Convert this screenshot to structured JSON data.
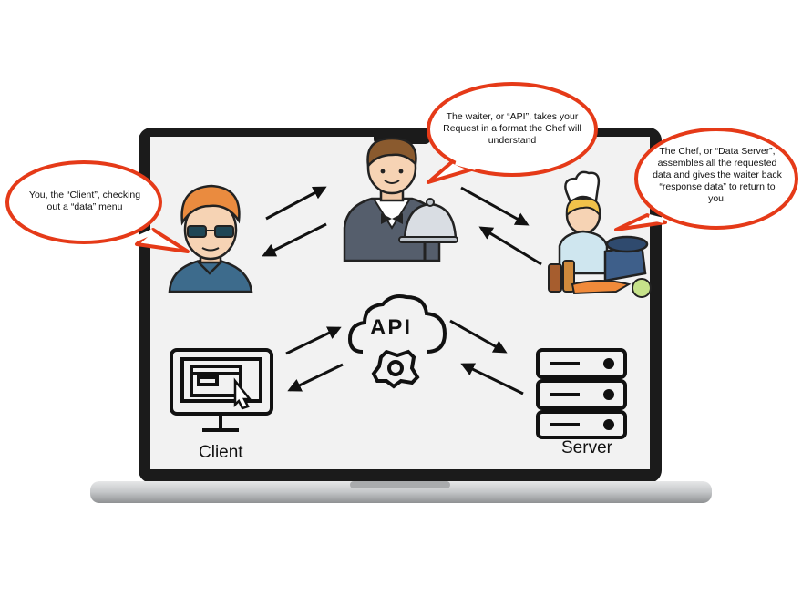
{
  "bubbles": {
    "client": "You, the “Client”, checking out a “data” menu",
    "waiter": "The waiter, or “API”, takes your Request in a format the Chef will understand",
    "chef": "The Chef, or “Data Server”, assembles all the requested data and gives the waiter back “response data” to return to you."
  },
  "diagram": {
    "api_label": "API",
    "client_label": "Client",
    "server_label": "Server"
  },
  "colors": {
    "bubble_border": "#e53a18",
    "ink": "#111111",
    "screen_bg": "#f2f2f2",
    "laptop_body": "#c9cbcd"
  },
  "icons": [
    "customer-avatar-icon",
    "waiter-icon",
    "chef-icon",
    "client-monitor-icon",
    "api-cloud-gear-icon",
    "server-rack-icon"
  ]
}
